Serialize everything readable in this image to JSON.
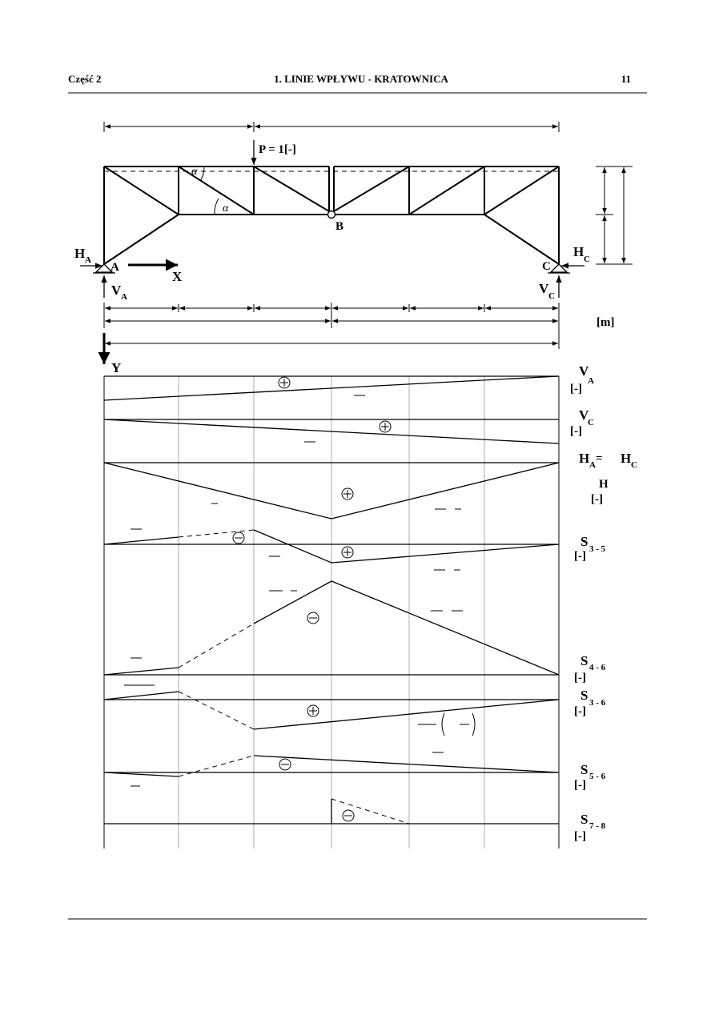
{
  "header": {
    "left": "Część 2",
    "center": "1. LINIE WPŁYWU - KRATOWNICA",
    "right": "11"
  },
  "truss": {
    "load": "P = 1[-]",
    "angle": "α",
    "node_A": "A",
    "node_B": "B",
    "node_C": "C",
    "HA": "H",
    "HA_sub": "A",
    "HC": "H",
    "HC_sub": "C",
    "VA": "V",
    "VA_sub": "A",
    "VC": "V",
    "VC_sub": "C",
    "axis_x": "X",
    "axis_y": "Y",
    "unit": "[m]"
  },
  "lines": [
    {
      "key": "va",
      "label": "V",
      "sub": "A",
      "unit": "[-]",
      "signs": [
        "+",
        "−"
      ]
    },
    {
      "key": "vc",
      "label": "V",
      "sub": "C",
      "unit": "[-]",
      "signs": [
        "+",
        "−"
      ]
    },
    {
      "key": "h",
      "label": "H",
      "sub": "A",
      "eq": "=",
      "label2": "H",
      "sub2": "C",
      "line2": "H",
      "unit": "[-]",
      "signs": [
        "+"
      ]
    },
    {
      "key": "s35",
      "label": "S",
      "sub": "3 - 5",
      "unit": "[-]",
      "signs": [
        "−",
        "+"
      ]
    },
    {
      "key": "s46",
      "label": "S",
      "sub": "4 - 6",
      "unit": "[-]",
      "signs": [
        "−"
      ]
    },
    {
      "key": "s36",
      "label": "S",
      "sub": "3 - 6",
      "unit": "[-]",
      "signs": [
        "+"
      ]
    },
    {
      "key": "s56",
      "label": "S",
      "sub": "5 - 6",
      "unit": "[-]",
      "signs": [
        "−"
      ]
    },
    {
      "key": "s78",
      "label": "S",
      "sub": "7 - 8",
      "unit": "[-]",
      "signs": [
        "−"
      ]
    }
  ]
}
